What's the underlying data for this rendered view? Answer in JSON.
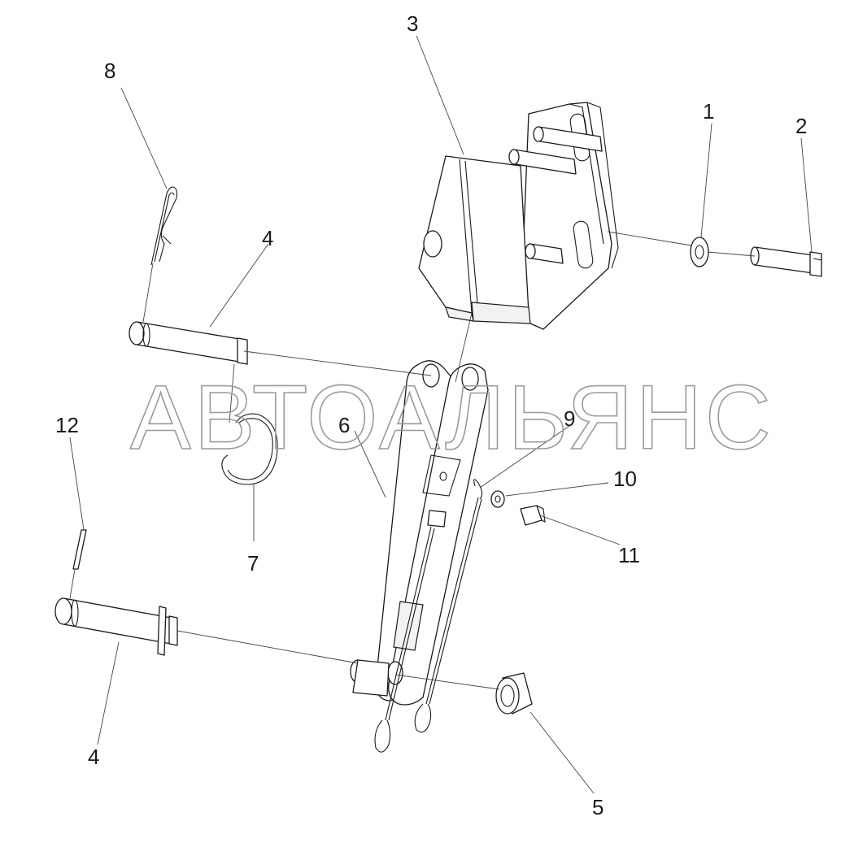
{
  "watermark": "АВТОАЛЬЯНС",
  "callouts": {
    "c1": "1",
    "c2": "2",
    "c3": "3",
    "c4a": "4",
    "c4b": "4",
    "c5": "5",
    "c6": "6",
    "c7": "7",
    "c8": "8",
    "c9": "9",
    "c10": "10",
    "c11": "11",
    "c12": "12"
  }
}
